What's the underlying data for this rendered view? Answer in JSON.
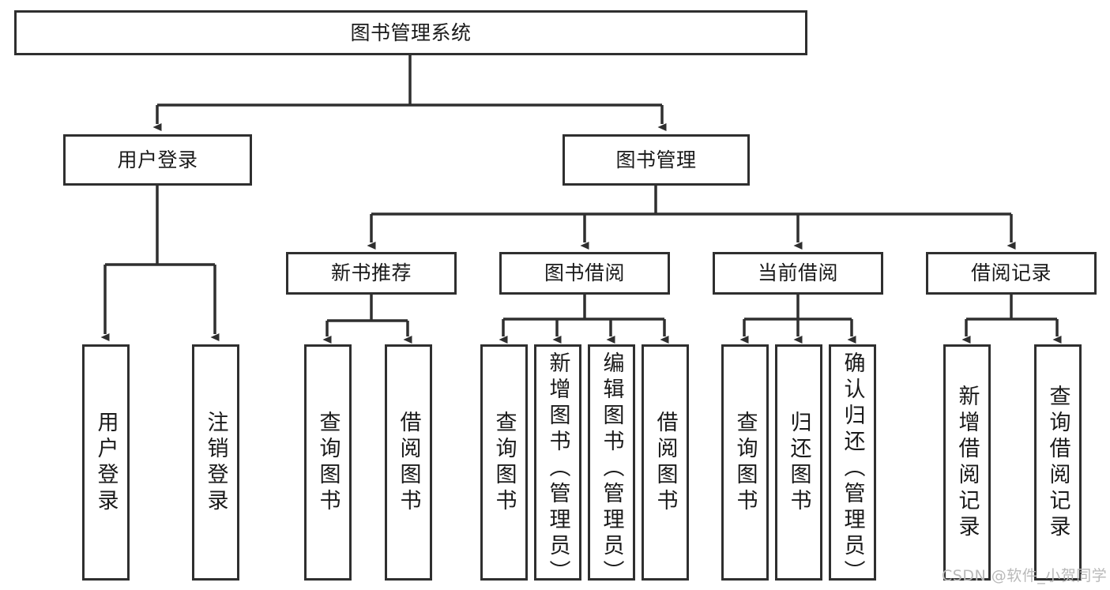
{
  "diagram": {
    "title": "图书管理系统",
    "type": "tree-hierarchy-chart",
    "colors": {
      "box_border": "#2f2f2f",
      "box_fill": "#ffffff",
      "edge": "#2f2f2f",
      "background": "#ffffff",
      "watermark": "#b9b9b9"
    },
    "root": {
      "label": "图书管理系统"
    },
    "level2": [
      {
        "id": "user-login",
        "label": "用户登录"
      },
      {
        "id": "book-manage",
        "label": "图书管理"
      }
    ],
    "level3": [
      {
        "id": "new-book-recommend",
        "label": "新书推荐"
      },
      {
        "id": "book-borrow",
        "label": "图书借阅"
      },
      {
        "id": "current-borrow",
        "label": "当前借阅"
      },
      {
        "id": "borrow-record",
        "label": "借阅记录"
      }
    ],
    "leaves": {
      "user_login": [
        {
          "id": "leaf-user-login",
          "label": "用户登录",
          "align": "center"
        },
        {
          "id": "leaf-user-logout",
          "label": "注销登录",
          "align": "center"
        }
      ],
      "new_book_recommend": [
        {
          "id": "leaf-query-book-1",
          "label": "查询图书",
          "align": "center"
        },
        {
          "id": "leaf-borrow-book-1",
          "label": "借阅图书",
          "align": "center"
        }
      ],
      "book_borrow": [
        {
          "id": "leaf-query-book-2",
          "label": "查询图书",
          "align": "center"
        },
        {
          "id": "leaf-add-book",
          "label": "新增图书（管理员）",
          "align": "top"
        },
        {
          "id": "leaf-edit-book",
          "label": "编辑图书（管理员）",
          "align": "top"
        },
        {
          "id": "leaf-borrow-book-2",
          "label": "借阅图书",
          "align": "center"
        }
      ],
      "current_borrow": [
        {
          "id": "leaf-query-book-3",
          "label": "查询图书",
          "align": "center"
        },
        {
          "id": "leaf-return-book",
          "label": "归还图书",
          "align": "center"
        },
        {
          "id": "leaf-confirm-return",
          "label": "确认归还（管理员）",
          "align": "top"
        }
      ],
      "borrow_record": [
        {
          "id": "leaf-add-record",
          "label": "新增借阅记录",
          "align": "center"
        },
        {
          "id": "leaf-query-record",
          "label": "查询借阅记录",
          "align": "center"
        }
      ]
    },
    "watermark": "CSDN @软件_小贺同学"
  }
}
